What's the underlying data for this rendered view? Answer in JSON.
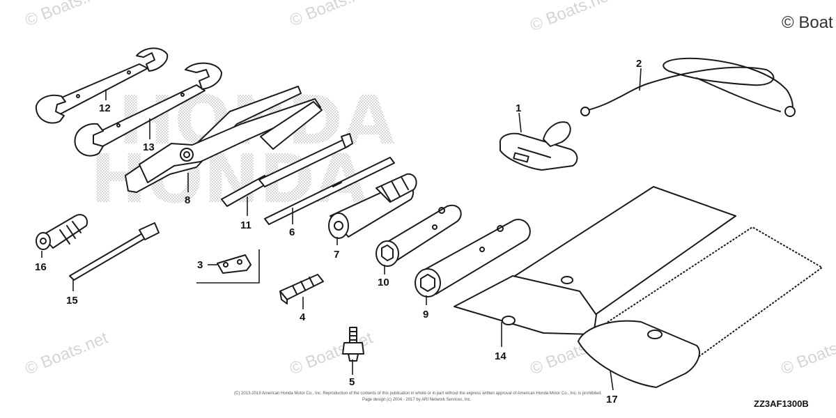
{
  "diagram": {
    "id_label": "ZZ3AF1300B",
    "copyright_lines": [
      "(C) 2013-2019 American Honda Motor Co., Inc. Reproduction of the contents of this publication in whole or in part without the express written approval of American Honda Motor Co., Inc. is prohibited.",
      "Page design (c) 2004 - 2017 by ARI Network Services, Inc."
    ],
    "background_brand": {
      "line1": "HONDA",
      "line2": "HONDA"
    }
  },
  "watermark": {
    "text": "© Boats.net",
    "corner_text": "© Boat"
  },
  "parts": [
    {
      "number": "1"
    },
    {
      "number": "2"
    },
    {
      "number": "3"
    },
    {
      "number": "4"
    },
    {
      "number": "5"
    },
    {
      "number": "6"
    },
    {
      "number": "7"
    },
    {
      "number": "8"
    },
    {
      "number": "9"
    },
    {
      "number": "10"
    },
    {
      "number": "11"
    },
    {
      "number": "12"
    },
    {
      "number": "13"
    },
    {
      "number": "14"
    },
    {
      "number": "15"
    },
    {
      "number": "16"
    },
    {
      "number": "17"
    }
  ]
}
